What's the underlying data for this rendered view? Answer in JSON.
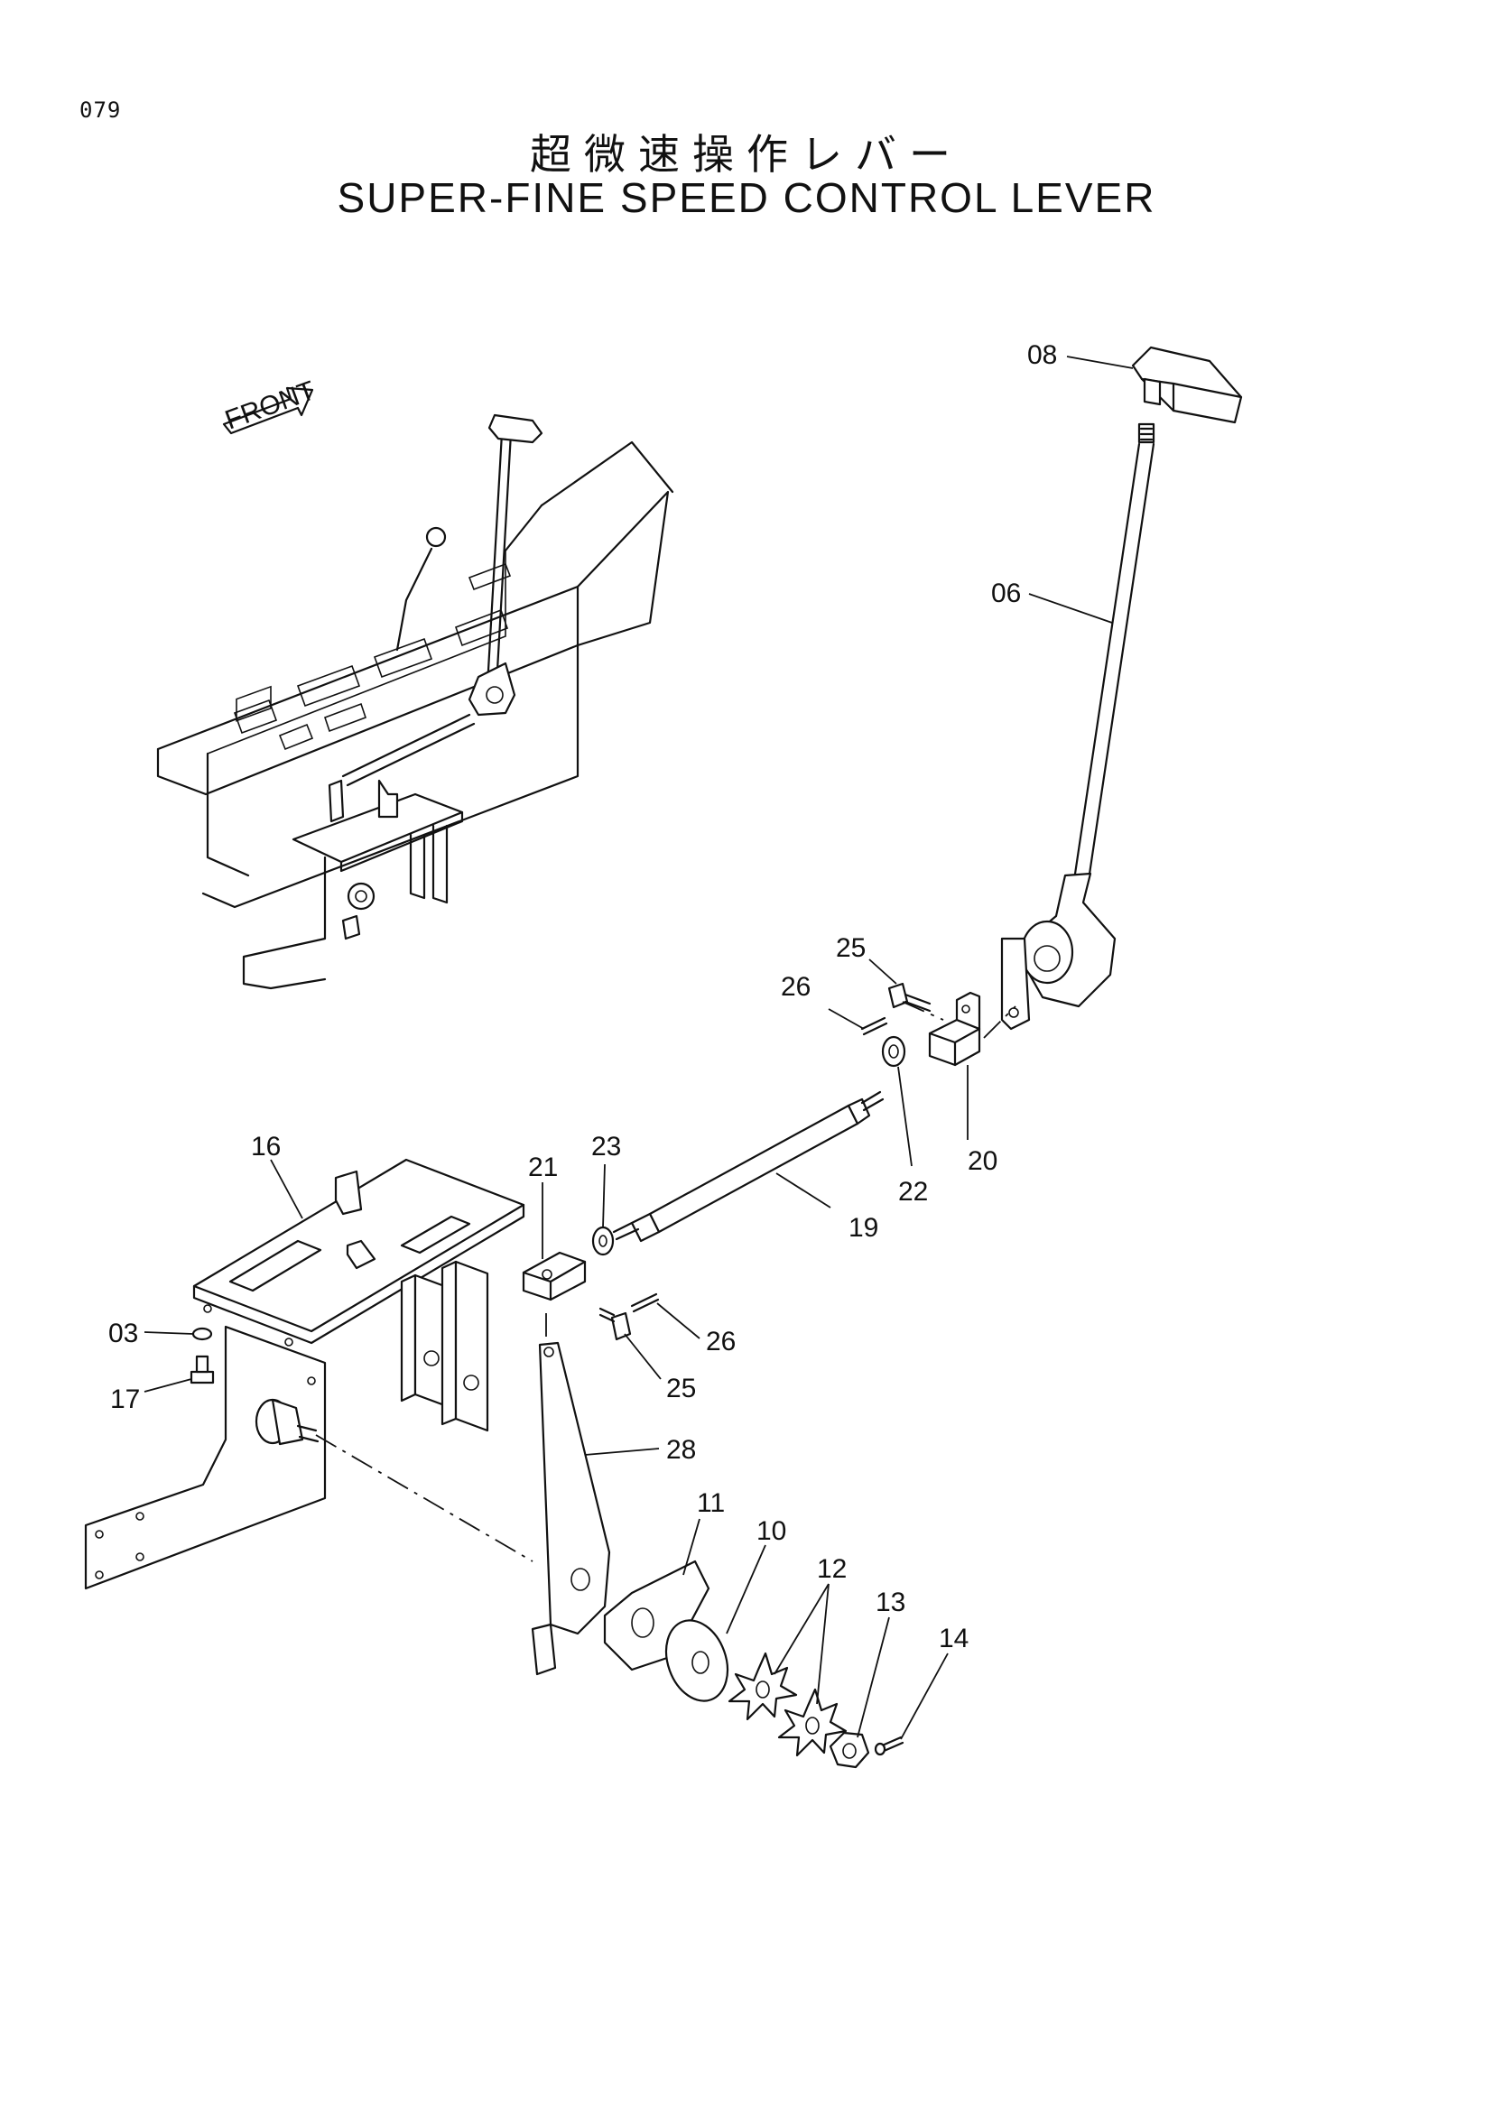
{
  "page": {
    "number": "079",
    "title_ja": "超微速操作レバー",
    "title_en": "SUPER-FINE SPEED CONTROL LEVER"
  },
  "front_tag": "FRONT",
  "parts": [
    {
      "id": "p08",
      "label": "08"
    },
    {
      "id": "p06",
      "label": "06"
    },
    {
      "id": "p25a",
      "label": "25"
    },
    {
      "id": "p26a",
      "label": "26"
    },
    {
      "id": "p20",
      "label": "20"
    },
    {
      "id": "p22",
      "label": "22"
    },
    {
      "id": "p23",
      "label": "23"
    },
    {
      "id": "p21",
      "label": "21"
    },
    {
      "id": "p19",
      "label": "19"
    },
    {
      "id": "p16",
      "label": "16"
    },
    {
      "id": "p03",
      "label": "03"
    },
    {
      "id": "p17",
      "label": "17"
    },
    {
      "id": "p26b",
      "label": "26"
    },
    {
      "id": "p25b",
      "label": "25"
    },
    {
      "id": "p28",
      "label": "28"
    },
    {
      "id": "p11",
      "label": "11"
    },
    {
      "id": "p10",
      "label": "10"
    },
    {
      "id": "p12",
      "label": "12"
    },
    {
      "id": "p13",
      "label": "13"
    },
    {
      "id": "p14",
      "label": "14"
    }
  ]
}
